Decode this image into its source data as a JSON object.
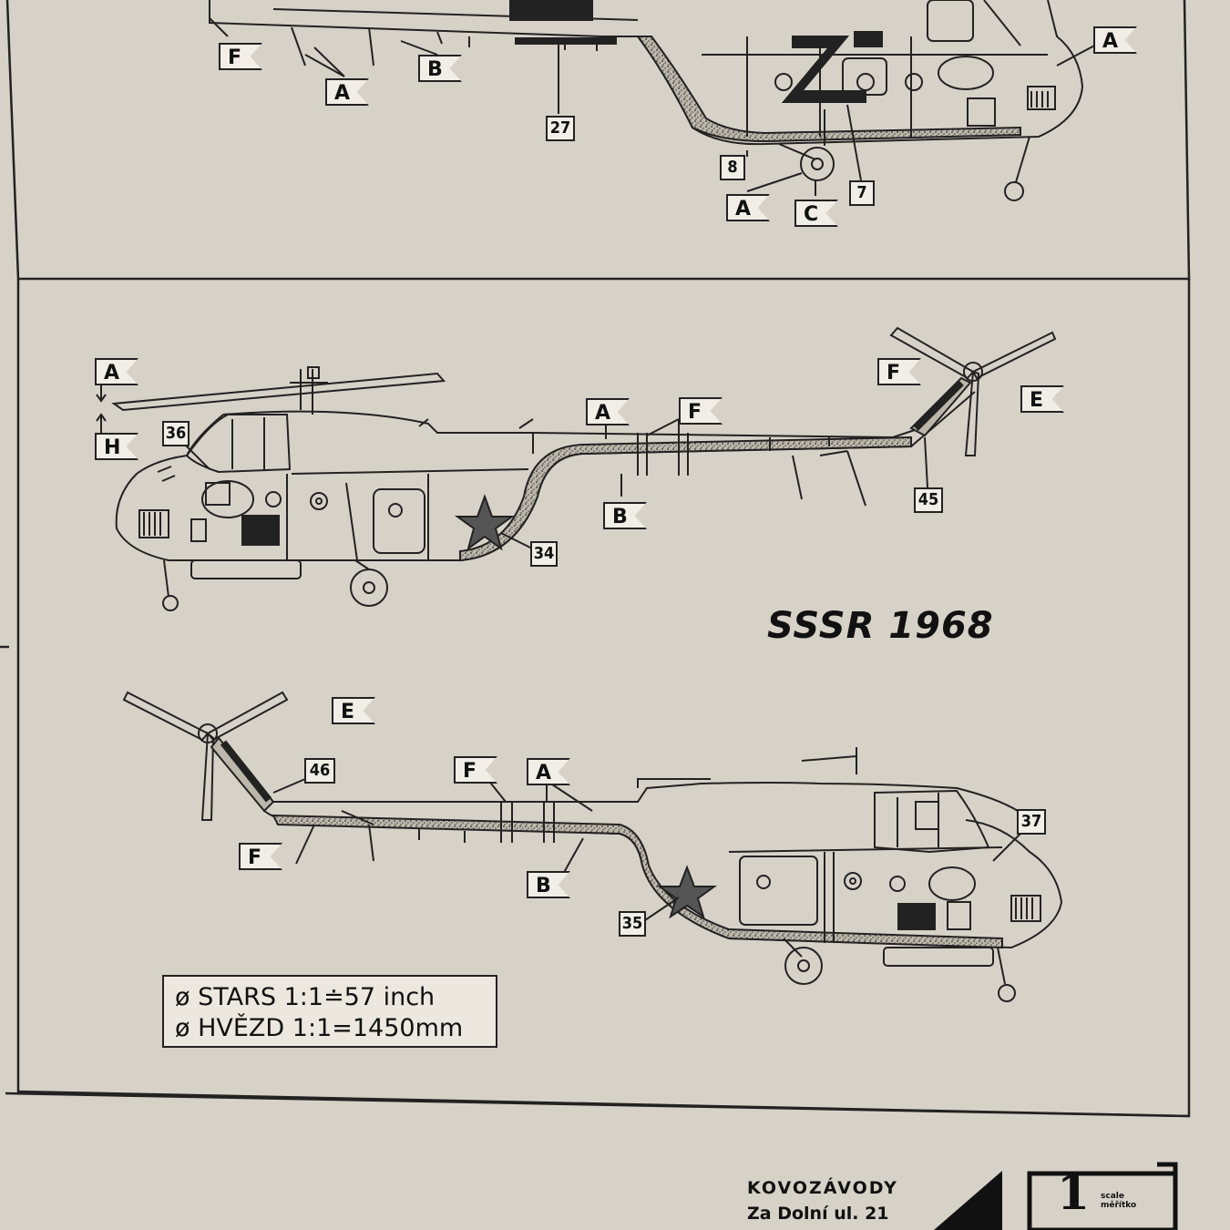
{
  "heading": "SSSR 1968",
  "scale_box": {
    "line1": "ø STARS 1:1≐57 inch",
    "line2": "ø HVĚZD 1:1=1450mm"
  },
  "manufacturer": {
    "name": "KOVOZÁVODY",
    "address": "Za Dolní ul. 21"
  },
  "logo": {
    "scale_number": "1",
    "scale_word": "scale",
    "scale_word_cz": "měřítko"
  },
  "callouts": {
    "top": {
      "f": "F",
      "a_left": "A",
      "b": "B",
      "a_right": "A",
      "a_wheel": "A",
      "c_wheel": "C",
      "n27": "27",
      "n8": "8",
      "n7": "7"
    },
    "middle": {
      "a_arrow": "A",
      "h_arrow": "H",
      "a_tail": "A",
      "f_tail": "F",
      "f_rotor": "F",
      "e_rotor": "E",
      "b_tail": "B",
      "n36": "36",
      "n34": "34",
      "n45": "45"
    },
    "bottom": {
      "e_rotor": "E",
      "f_tail": "F",
      "a_tail": "A",
      "f_rotor": "F",
      "b_tail": "B",
      "n46": "46",
      "n37": "37",
      "n35": "35"
    }
  }
}
